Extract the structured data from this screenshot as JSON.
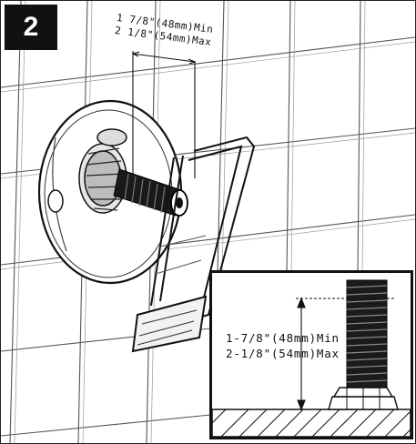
{
  "step": {
    "number": "2"
  },
  "main_dimension": {
    "min_label": "1 7/8\"(48mm)Min",
    "max_label": "2 1/8\"(54mm)Max"
  },
  "inset": {
    "min_label": "1-7/8\"(48mm)Min",
    "max_label": "2-1/8\"(54mm)Max"
  }
}
